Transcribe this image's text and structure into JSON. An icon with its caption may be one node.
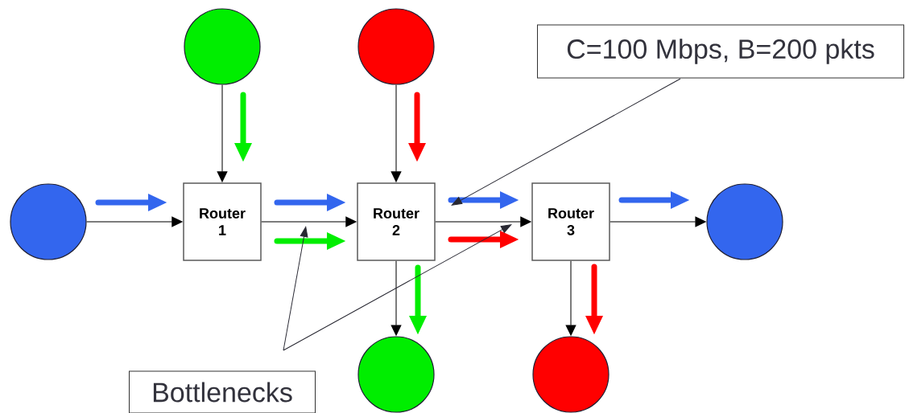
{
  "diagram": {
    "nodes": [
      {
        "text": [],
        "shape": "circle"
      },
      {
        "text": [],
        "shape": "circle"
      },
      {
        "text": [],
        "shape": "circle"
      },
      {
        "text": [
          "Router 1"
        ]
      },
      {
        "text": [
          "Router 2"
        ]
      },
      {
        "text": [
          "Router 3"
        ]
      },
      {
        "text": [],
        "shape": "circle"
      },
      {
        "text": [],
        "shape": "circle"
      },
      {
        "text": [],
        "shape": "circle"
      },
      {
        "text": [
          "Bottlenecks"
        ]
      },
      {
        "text": [
          "C=100 Mbps, B=200 pkts"
        ]
      }
    ],
    "edges": [
      {
        "from": 0,
        "to": 3,
        "arrow": "to"
      },
      {
        "from": 1,
        "to": 3,
        "arrow": "to"
      },
      {
        "from": 2,
        "to": 4,
        "arrow": "to"
      },
      {
        "from": 3,
        "to": 4,
        "arrow": "to"
      },
      {
        "from": 4,
        "to": 5,
        "arrow": "to"
      },
      {
        "from": 5,
        "to": 6,
        "arrow": "to"
      },
      {
        "from": 4,
        "to": 7,
        "arrow": "to"
      },
      {
        "from": 5,
        "to": 8,
        "arrow": "to"
      },
      {
        "from": 9,
        "to": null,
        "arrow": "to"
      },
      {
        "from": 9,
        "to": null,
        "arrow": "to"
      },
      {
        "from": 10,
        "to": null,
        "arrow": "to"
      }
    ]
  }
}
